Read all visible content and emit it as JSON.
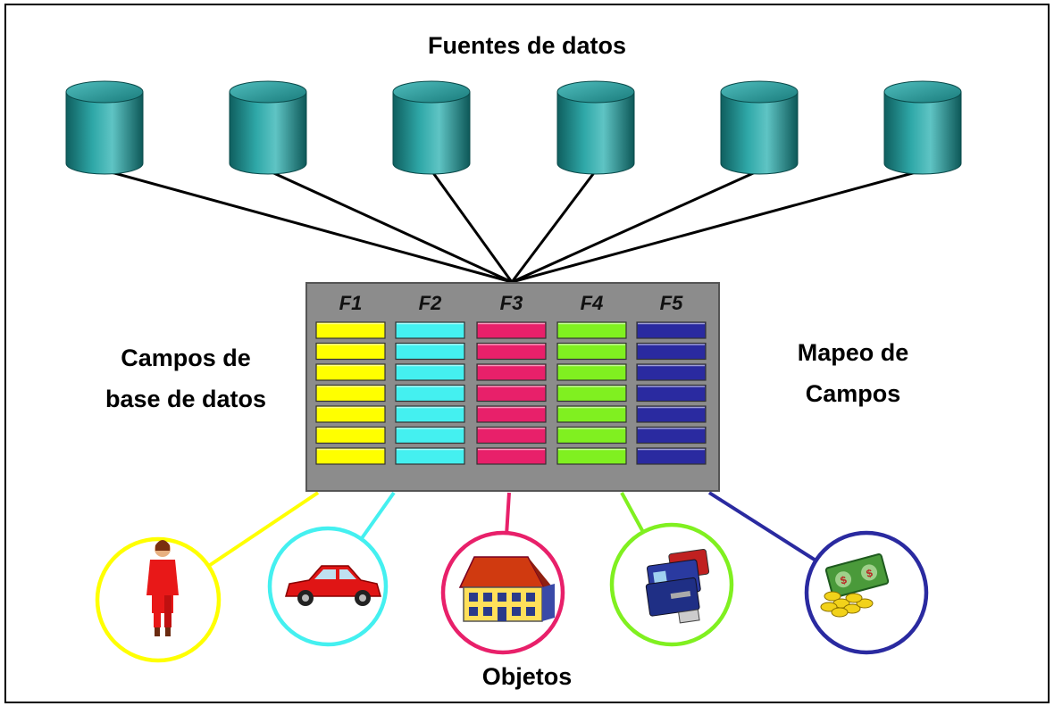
{
  "diagram": {
    "title": "Fuentes de datos",
    "left_label": [
      "Campos de",
      "base de datos"
    ],
    "right_label": [
      "Mapeo de",
      "Campos"
    ],
    "bottom_label": "Objetos",
    "sources_count": 6,
    "fields": [
      {
        "name": "F1",
        "color": "#ffff00",
        "object": "person-icon"
      },
      {
        "name": "F2",
        "color": "#44f0f0",
        "object": "car-icon"
      },
      {
        "name": "F3",
        "color": "#e8206a",
        "object": "house-icon"
      },
      {
        "name": "F4",
        "color": "#80f020",
        "object": "credit-cards-icon"
      },
      {
        "name": "F5",
        "color": "#2a2aa0",
        "object": "money-icon"
      }
    ],
    "rows_per_field": 7,
    "colors": {
      "cylinder": "#1a8a8a",
      "table_bg": "#8c8c8c",
      "frame": "#000000"
    }
  }
}
